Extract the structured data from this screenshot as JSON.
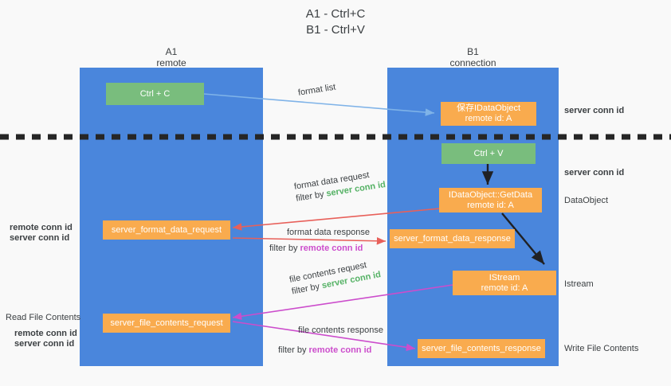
{
  "title": {
    "line1": "A1 - Ctrl+C",
    "line2": "B1 - Ctrl+V"
  },
  "lanes": [
    {
      "name": "A1",
      "sub": "remote",
      "color": "#4a86dc"
    },
    {
      "name": "B1",
      "sub": "connection",
      "color": "#4a86dc"
    }
  ],
  "colors": {
    "lane": "#4a86dc",
    "orange": "#f9ab4e",
    "green_box": "#79bd7d",
    "server_conn": "#55b265",
    "remote_conn": "#cc4dcc",
    "arrow_blue": "#7fb3e8",
    "arrow_red": "#e8605a",
    "arrow_magenta": "#cc4dcc",
    "arrow_black": "#202124",
    "background": "#f9f9f9"
  },
  "boxes": {
    "ctrl_c": {
      "label": "Ctrl + C"
    },
    "ctrl_v": {
      "label": "Ctrl + V"
    },
    "save_idataobject": {
      "line1": "保存IDataObject",
      "line2": "remote id: A"
    },
    "getdata": {
      "line1": "IDataObject::GetData",
      "line2": "remote id: A"
    },
    "istream": {
      "line1": "IStream",
      "line2": "remote id: A"
    },
    "server_format_data_request": {
      "label": "server_format_data_request"
    },
    "server_format_data_response": {
      "label": "server_format_data_response"
    },
    "server_file_contents_request": {
      "label": "server_file_contents_request"
    },
    "server_file_contents_response": {
      "label": "server_file_contents_response"
    }
  },
  "arrow_labels": {
    "format_list": "format list",
    "format_data_request": "format data request",
    "format_data_request_filter_prefix": "filter by ",
    "format_data_request_filter_value": "server conn id",
    "format_data_response": "format data response",
    "format_data_response_filter_prefix": "filter by ",
    "format_data_response_filter_value": "remote conn id",
    "file_contents_request": "file contents request",
    "file_contents_request_filter_prefix": "filter by ",
    "file_contents_request_filter_value": "server conn id",
    "file_contents_response": "file contents response",
    "file_contents_response_filter_prefix": "filter by ",
    "file_contents_response_filter_value": "remote conn id"
  },
  "right_labels": {
    "server_conn_id_top": "server conn id",
    "server_conn_id_mid": "server conn id",
    "data_object": "DataObject",
    "istream": "Istream",
    "write_file_contents": "Write File Contents"
  },
  "left_labels": {
    "remote_conn_id_1": "remote conn id",
    "server_conn_id_1": "server conn id",
    "read_file_contents": "Read File Contents",
    "remote_conn_id_2": "remote conn id",
    "server_conn_id_2": "server conn id"
  }
}
